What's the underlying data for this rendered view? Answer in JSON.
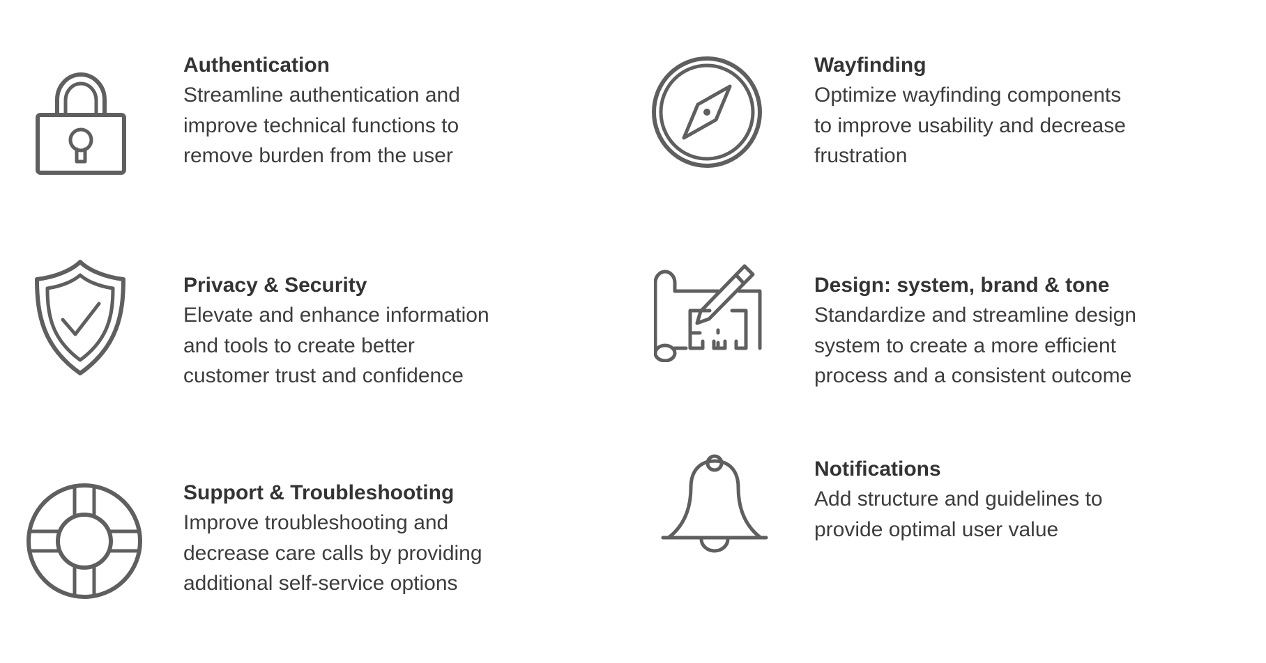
{
  "page": {
    "background_color": "#ffffff",
    "text_color": "#3a3a3a",
    "icon_stroke_color": "#5f5f5f"
  },
  "features": {
    "left": [
      {
        "icon": "lock-icon",
        "title": "Authentication",
        "description": "Streamline authentication and improve technical functions to remove burden from the user",
        "lines": [
          "Streamline authentication and",
          "improve technical functions to",
          "remove burden from the user"
        ]
      },
      {
        "icon": "shield-check-icon",
        "title": "Privacy & Security",
        "description": "Elevate and enhance information and tools to create better customer trust and confidence",
        "lines": [
          "Elevate and enhance information",
          "and tools to create better",
          "customer trust and confidence"
        ]
      },
      {
        "icon": "lifebuoy-icon",
        "title": "Support & Troubleshooting",
        "description": "Improve troubleshooting and decrease care calls by providing additional self-service options",
        "lines": [
          "Improve troubleshooting and",
          "decrease care calls by providing",
          "additional self-service options"
        ]
      }
    ],
    "right": [
      {
        "icon": "compass-icon",
        "title": "Wayfinding",
        "description": "Optimize wayfinding components to improve usability and decrease frustration",
        "lines": [
          "Optimize wayfinding components",
          "to improve usability and decrease",
          "frustration"
        ]
      },
      {
        "icon": "blueprint-pencil-icon",
        "title": "Design: system, brand & tone",
        "description": "Standardize and streamline design system to create a more efficient process and a consistent outcome",
        "lines": [
          "Standardize and streamline design",
          "system to create a more efficient",
          "process and a consistent outcome"
        ]
      },
      {
        "icon": "bell-icon",
        "title": "Notifications",
        "description": "Add structure and guidelines to provide optimal user value",
        "lines": [
          "Add structure and guidelines to",
          "provide optimal user value"
        ]
      }
    ]
  }
}
